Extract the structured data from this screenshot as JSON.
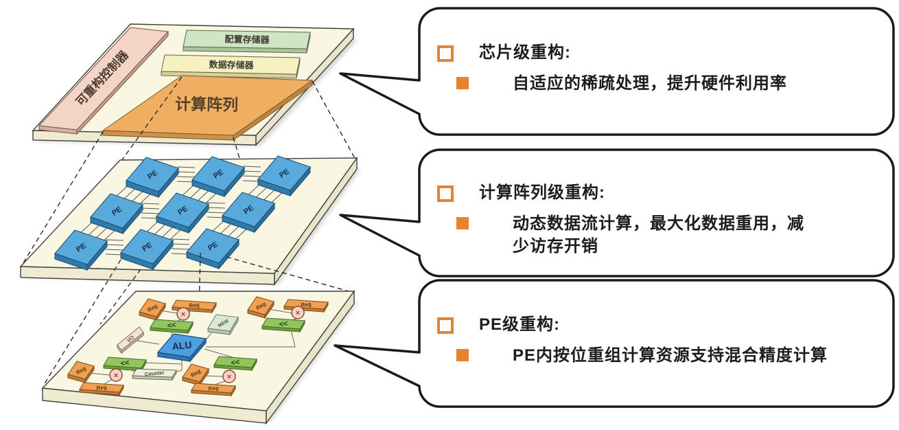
{
  "slide": {
    "chip_board": {
      "controller": "可重构控制器",
      "config_memory": "配置存储器",
      "data_memory": "数据存储器",
      "compute_array": "计算阵列"
    },
    "pe_board": {
      "pe": "PE"
    },
    "pe_internal": {
      "alu": "ALU",
      "reg": "Reg",
      "shift": "<<",
      "mem": "MEM",
      "counter": "Counter",
      "io": "I/O",
      "mult": "×"
    },
    "callouts": [
      {
        "title": "芯片级重构:",
        "body": "自适应的稀疏处理，提升硬件利用率"
      },
      {
        "title": "计算阵列级重构:",
        "body": "动态数据流计算，最大化数据重用，减少访存开销"
      },
      {
        "title": "PE级重构:",
        "body": "PE内按位重组计算资源支持混合精度计算"
      }
    ],
    "colors": {
      "accent_orange": "#E8822F",
      "pe_blue": "#58A9DC",
      "alu_blue": "#4D9FE0",
      "reg_orange": "#EFA052",
      "shift_green": "#92C55F",
      "controller_pink": "#F4D4C4",
      "config_green": "#CFE5C3",
      "data_yellow": "#F7F0C0",
      "array_orange": "#F0AE63",
      "board_ivory": "#F9F6E2",
      "outline_black": "#1A1A1A"
    }
  }
}
